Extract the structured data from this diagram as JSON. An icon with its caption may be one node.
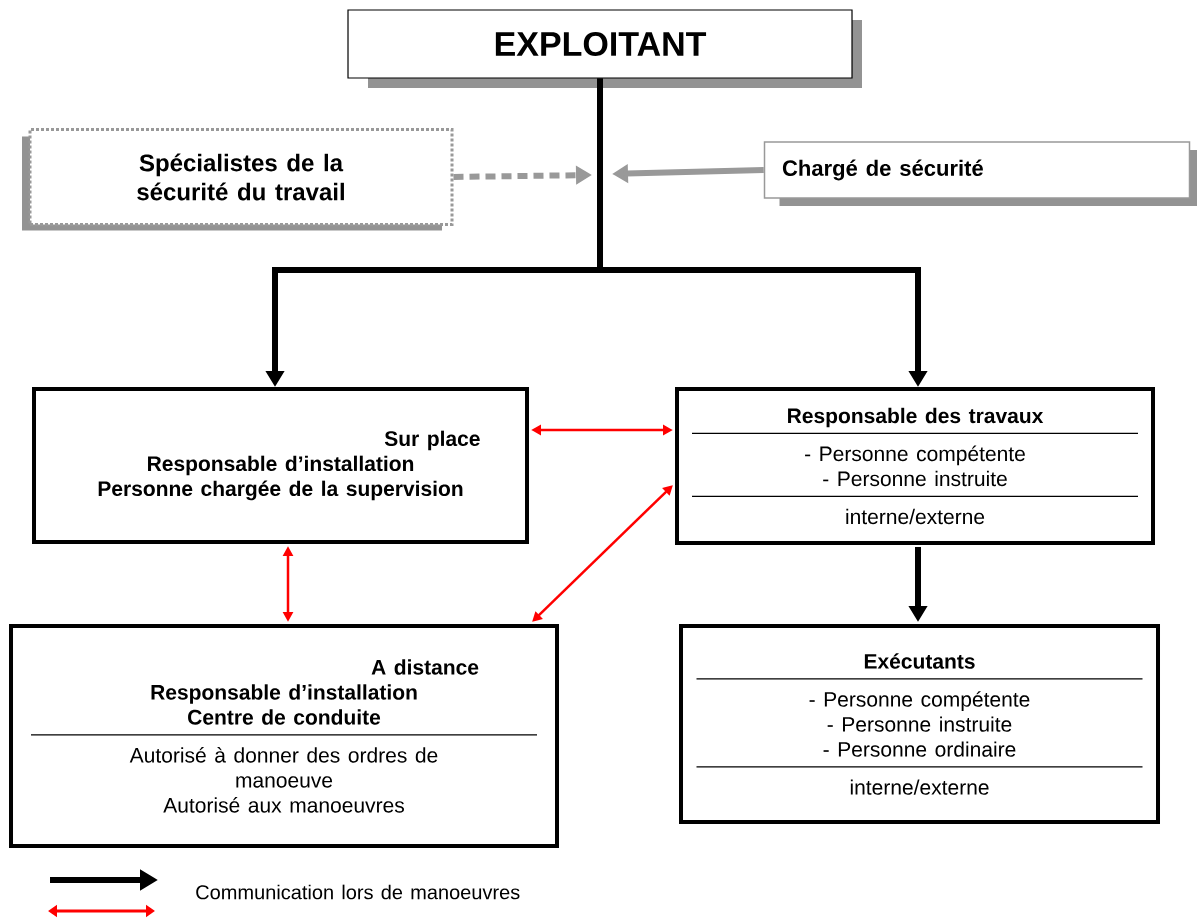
{
  "diagram": {
    "nodes": [
      {
        "text": [
          "EXPLOITANT"
        ]
      },
      {
        "text": [
          "Spécialistes de la sécurité du travail"
        ]
      },
      {
        "text": [
          "Chargé de sécurité"
        ]
      },
      {
        "text": [
          "Sur place",
          "Responsable d’installation",
          "Personne chargée de la supervision"
        ]
      },
      {
        "text": [
          "Responsable des travaux",
          "- Personne compétente",
          "- Personne instruite",
          "interne/externe"
        ]
      },
      {
        "text": [
          "A distance",
          "Responsable d’installation",
          "Centre de conduite",
          "Autorisé à donner des ordres de manoeuve",
          "Autorisé aux manoeuvres"
        ]
      },
      {
        "text": [
          "Exécutants",
          "- Personne compétente",
          "- Personne instruite",
          "- Personne ordinaire",
          "interne/externe"
        ]
      }
    ],
    "edges": [
      {
        "from": 0,
        "to": 3,
        "arrow": "to",
        "color": "#000000"
      },
      {
        "from": 0,
        "to": 4,
        "arrow": "to",
        "color": "#000000"
      },
      {
        "from": 1,
        "to": null,
        "arrow": "to",
        "style": "dashed",
        "color": "#999999"
      },
      {
        "from": 2,
        "to": null,
        "arrow": "to",
        "color": "#999999"
      },
      {
        "from": 3,
        "to": 4,
        "arrow": "both",
        "color": "#ff0000"
      },
      {
        "from": 3,
        "to": 5,
        "arrow": "both",
        "color": "#ff0000"
      },
      {
        "from": 4,
        "to": 5,
        "arrow": "both",
        "color": "#ff0000"
      },
      {
        "from": 4,
        "to": 6,
        "arrow": "to",
        "color": "#000000"
      }
    ],
    "legend": [
      {
        "text": "Communication lors de manoeuvres"
      }
    ]
  }
}
